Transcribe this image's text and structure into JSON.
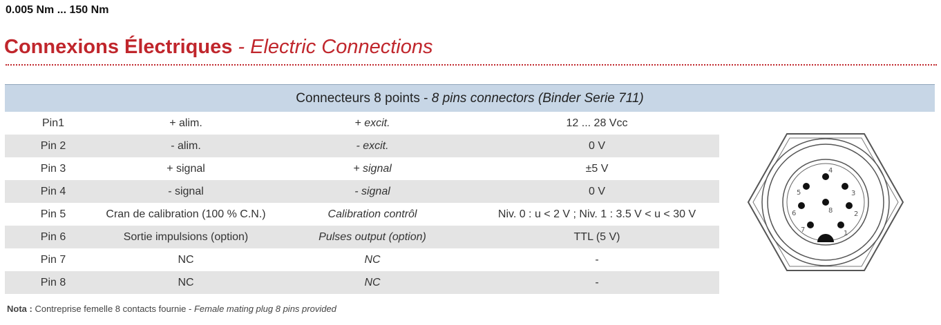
{
  "header": {
    "range": "0.005 Nm ... 150 Nm"
  },
  "section": {
    "title_fr": "Connexions Électriques",
    "title_sep": " - ",
    "title_en": "Electric Connections"
  },
  "table": {
    "title_fr": "Connecteurs 8 points",
    "title_sep": " - ",
    "title_en": "8 pins connectors (Binder Serie 711)",
    "rows": [
      {
        "pin": "Pin1",
        "fr": "+ alim.",
        "en": "+ excit.",
        "value": "12 ... 28 Vcc"
      },
      {
        "pin": "Pin 2",
        "fr": "- alim.",
        "en": "- excit.",
        "value": "0 V"
      },
      {
        "pin": "Pin 3",
        "fr": "+ signal",
        "en": "+ signal",
        "value": "±5 V"
      },
      {
        "pin": "Pin 4",
        "fr": "- signal",
        "en": "- signal",
        "value": "0 V"
      },
      {
        "pin": "Pin 5",
        "fr": "Cran de calibration (100 % C.N.)",
        "en": "Calibration contrôl",
        "value": "Niv. 0 : u < 2 V ; Niv. 1 : 3.5 V < u < 30 V"
      },
      {
        "pin": "Pin 6",
        "fr": "Sortie impulsions (option)",
        "en": "Pulses output (option)",
        "value": "TTL (5 V)"
      },
      {
        "pin": "Pin 7",
        "fr": "NC",
        "en": "NC",
        "value": "-"
      },
      {
        "pin": "Pin 8",
        "fr": "NC",
        "en": "NC",
        "value": "-"
      }
    ]
  },
  "connector": {
    "pin_labels": [
      "1",
      "2",
      "3",
      "4",
      "5",
      "6",
      "7",
      "8"
    ]
  },
  "note": {
    "label": "Nota :",
    "fr": " Contreprise femelle 8 contacts fournie - ",
    "en": "Female mating plug 8 pins provided"
  },
  "colors": {
    "accent": "#c0262c",
    "header_bg": "#c7d6e6",
    "row_alt": "#e4e4e4"
  }
}
